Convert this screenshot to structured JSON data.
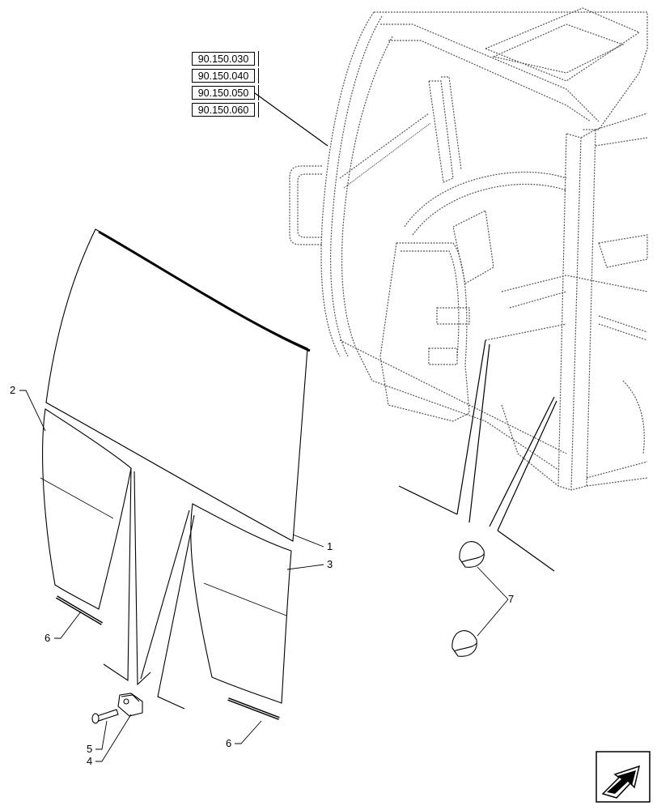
{
  "references": [
    "90.150.030",
    "90.150.040",
    "90.150.050",
    "90.150.060"
  ],
  "callouts": {
    "c1": "1",
    "c2": "2",
    "c3": "3",
    "c4": "4",
    "c5": "5",
    "c6a": "6",
    "c6b": "6",
    "c7": "7"
  },
  "colors": {
    "line": "#000000",
    "dash": "#555555",
    "background": "#ffffff"
  },
  "icons": {
    "nav": "arrow-return-icon"
  }
}
